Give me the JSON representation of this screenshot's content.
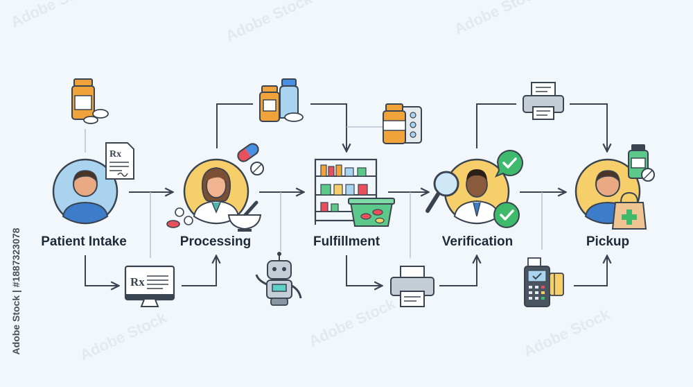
{
  "stages": [
    {
      "label": "Patient Intake"
    },
    {
      "label": "Processing"
    },
    {
      "label": "Fulfillment"
    },
    {
      "label": "Verification"
    },
    {
      "label": "Pickup"
    }
  ],
  "icons": {
    "rx_document": "Rx",
    "rx_monitor": "Rx"
  },
  "watermark": {
    "repeated_text": "Adobe Stock",
    "side_text": "Adobe Stock | #1887323078"
  },
  "colors": {
    "background": "#f2f7fb",
    "line": "#3a4450",
    "avatar_blue": "#a9d3ee",
    "avatar_yellow": "#f6cf6a",
    "bottle_orange": "#f0a33a",
    "check_green": "#3fb96b",
    "pill_red": "#e8505b",
    "shelf_green": "#5cc98a"
  }
}
